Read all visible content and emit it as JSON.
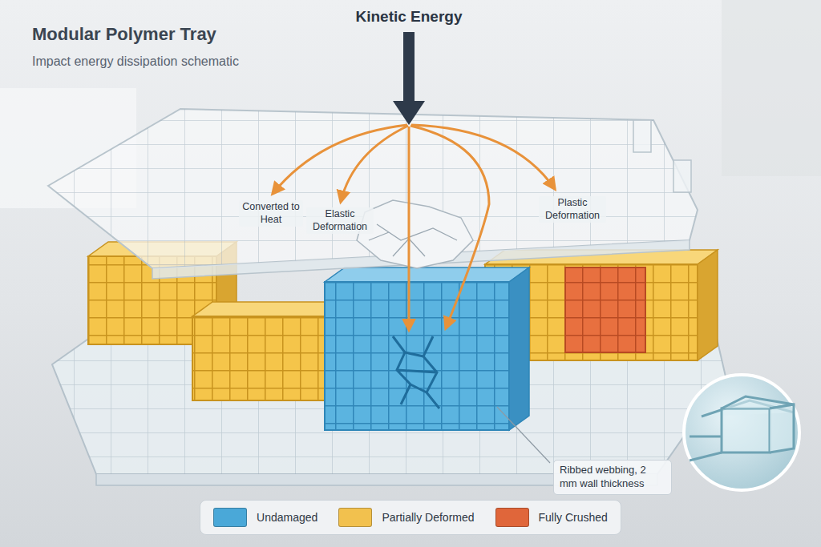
{
  "diagram": {
    "title": "Modular Polymer Tray",
    "labels": [
      "Impact energy dissipation schematic",
      "Kinetic Energy",
      "Converted to Heat",
      "Elastic Deformation",
      "Plastic Deformation",
      "Ribbed webbing, 2 mm wall thickness"
    ],
    "legend": [
      {
        "text": "Undamaged",
        "color": "#4aa8d8"
      },
      {
        "text": "Partially Deformed",
        "color": "#f2c14e"
      },
      {
        "text": "Fully Crushed",
        "color": "#e0663a"
      }
    ]
  }
}
